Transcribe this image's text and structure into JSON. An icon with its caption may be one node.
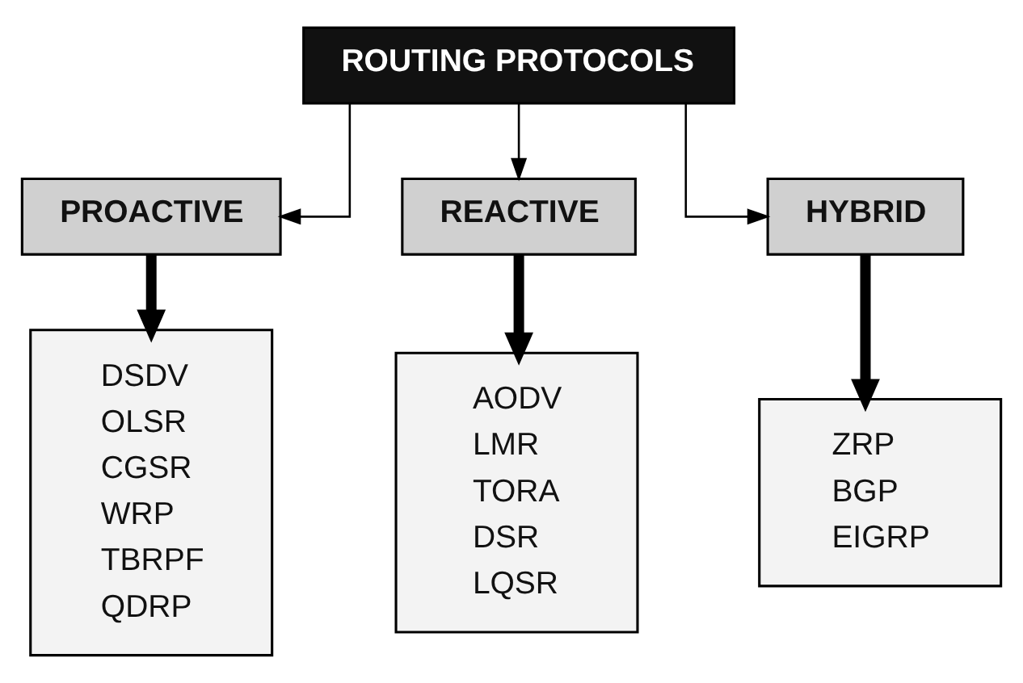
{
  "diagram": {
    "nodes": [
      {
        "text": [
          "ROUTING PROTOCOLS"
        ]
      },
      {
        "text": [
          "PROACTIVE"
        ]
      },
      {
        "text": [
          "REACTIVE"
        ]
      },
      {
        "text": [
          "HYBRID"
        ]
      },
      {
        "text": [
          "DSDV",
          "OLSR",
          "CGSR",
          "WRP",
          "TBRPF",
          "QDRP"
        ]
      },
      {
        "text": [
          "AODV",
          "LMR",
          "TORA",
          "DSR",
          "LQSR"
        ]
      },
      {
        "text": [
          "ZRP",
          "BGP",
          "EIGRP"
        ]
      }
    ],
    "edges": [
      {
        "from": 0,
        "to": 1,
        "arrow": "to"
      },
      {
        "from": 0,
        "to": 2,
        "arrow": "to"
      },
      {
        "from": 0,
        "to": 3,
        "arrow": "to"
      },
      {
        "from": 1,
        "to": 4,
        "arrow": "to",
        "style": "thick"
      },
      {
        "from": 2,
        "to": 5,
        "arrow": "to",
        "style": "thick"
      },
      {
        "from": 3,
        "to": 6,
        "arrow": "to",
        "style": "thick"
      }
    ]
  }
}
